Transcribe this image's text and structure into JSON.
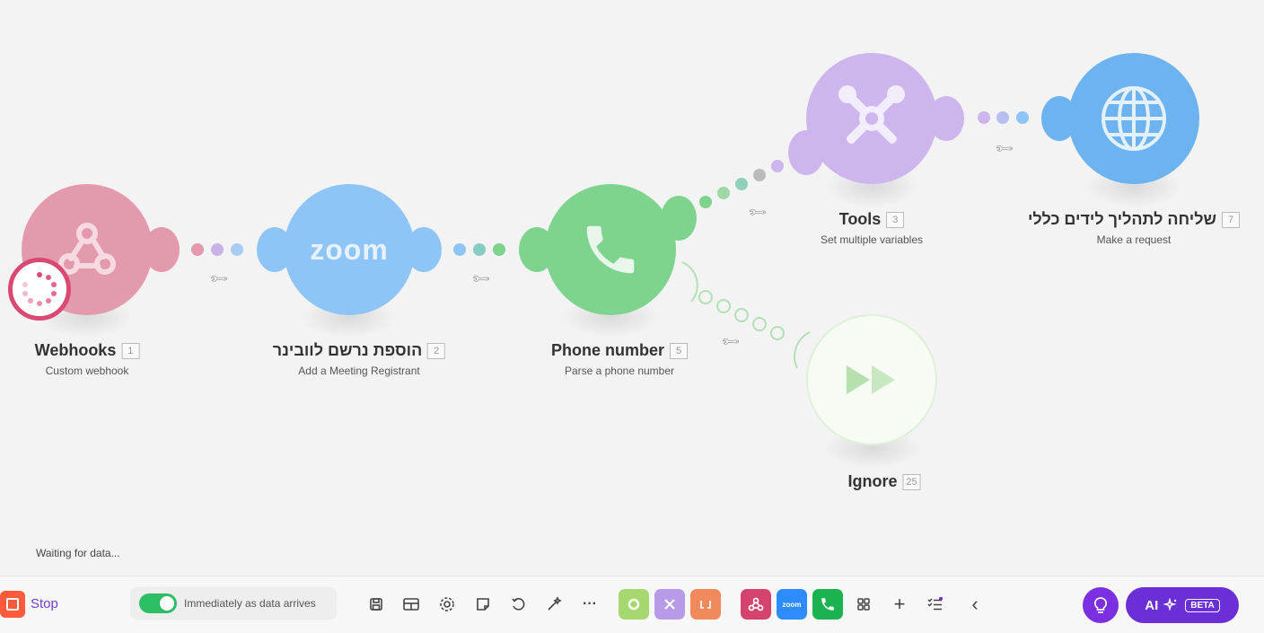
{
  "modules": [
    {
      "id": "webhooks",
      "title": "Webhooks",
      "num": "1",
      "sub": "Custom webhook",
      "color": "#e39aad"
    },
    {
      "id": "zoom",
      "title": "הוספת נרשם לוובינר",
      "num": "2",
      "sub": "Add a Meeting Registrant",
      "color": "#8fc4f7",
      "logo": "zoom"
    },
    {
      "id": "phone",
      "title": "Phone number",
      "num": "5",
      "sub": "Parse a phone number",
      "color": "#7ed48e"
    },
    {
      "id": "tools",
      "title": "Tools",
      "num": "3",
      "sub": "Set multiple variables",
      "color": "#cdb6ee"
    },
    {
      "id": "http",
      "title": "שליחה לתהליך לידים כללי",
      "num": "7",
      "sub": "Make a request",
      "color": "#6cb3ef"
    },
    {
      "id": "ignore",
      "title": "Ignore",
      "num": "25",
      "sub": "",
      "color": "#e3f1df"
    }
  ],
  "status": {
    "waiting": "Waiting for data..."
  },
  "toolbar": {
    "stop_label": "Stop",
    "schedule_label": "Immediately as data arrives",
    "schedule_on": true,
    "more_label": "···",
    "add_label": "+",
    "collapse_label": "‹",
    "ai_label": "AI",
    "ai_badge": "BETA",
    "accent": "#6a2fd6"
  }
}
